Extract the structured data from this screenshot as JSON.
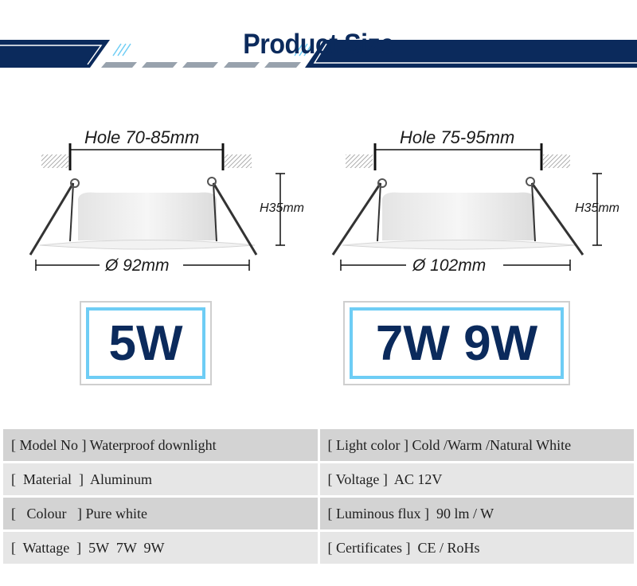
{
  "header": {
    "title": "Product Size",
    "colors": {
      "navy": "#0b2a5c",
      "accent_light_blue": "#6ecdf5",
      "gray_dash": "#98a2ad"
    }
  },
  "diagrams": [
    {
      "hole": "Hole 70-85mm",
      "height": "H35mm",
      "diameter": "Ø 92mm"
    },
    {
      "hole": "Hole 75-95mm",
      "height": "H35mm",
      "diameter": "Ø 102mm"
    }
  ],
  "wattage_boxes": [
    {
      "label": "5W"
    },
    {
      "label": "7W 9W"
    }
  ],
  "specs": {
    "rows": [
      {
        "left": "[ Model No ] Waterproof downlight",
        "right": "[ Light color ] Cold /Warm /Natural White"
      },
      {
        "left": "[  Material  ]  Aluminum",
        "right": "[ Voltage ]  AC 12V"
      },
      {
        "left": "[   Colour   ] Pure white",
        "right": "[ Luminous flux ]  90 lm / W"
      },
      {
        "left": "[  Wattage  ]  5W  7W  9W",
        "right": "[ Certificates ]  CE / RoHs"
      }
    ]
  }
}
